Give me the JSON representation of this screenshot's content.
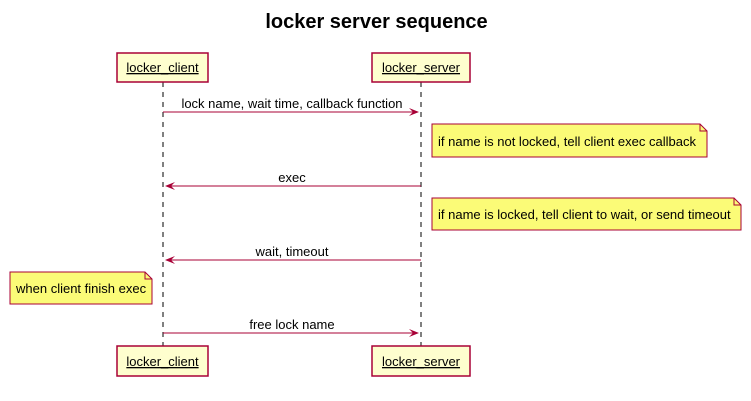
{
  "diagram": {
    "title": "locker server sequence",
    "colors": {
      "participant_fill": "#FEFECE",
      "participant_stroke": "#A80036",
      "note_fill": "#FBFB77",
      "note_stroke": "#A80036",
      "arrow": "#A80036",
      "lifeline": "#000000"
    },
    "participants": [
      {
        "id": "client",
        "label": "locker_client"
      },
      {
        "id": "server",
        "label": "locker_server"
      }
    ],
    "messages": [
      {
        "from": "client",
        "to": "server",
        "label": "lock name, wait time, callback function"
      },
      {
        "from": "server",
        "to": "client",
        "label": "exec"
      },
      {
        "from": "server",
        "to": "client",
        "label": "wait, timeout"
      },
      {
        "from": "client",
        "to": "server",
        "label": "free lock name"
      }
    ],
    "notes": [
      {
        "label": "if name is not locked, tell client exec callback"
      },
      {
        "label": "if name is locked, tell client to wait, or send timeout"
      },
      {
        "label": "when client finish exec"
      }
    ]
  }
}
